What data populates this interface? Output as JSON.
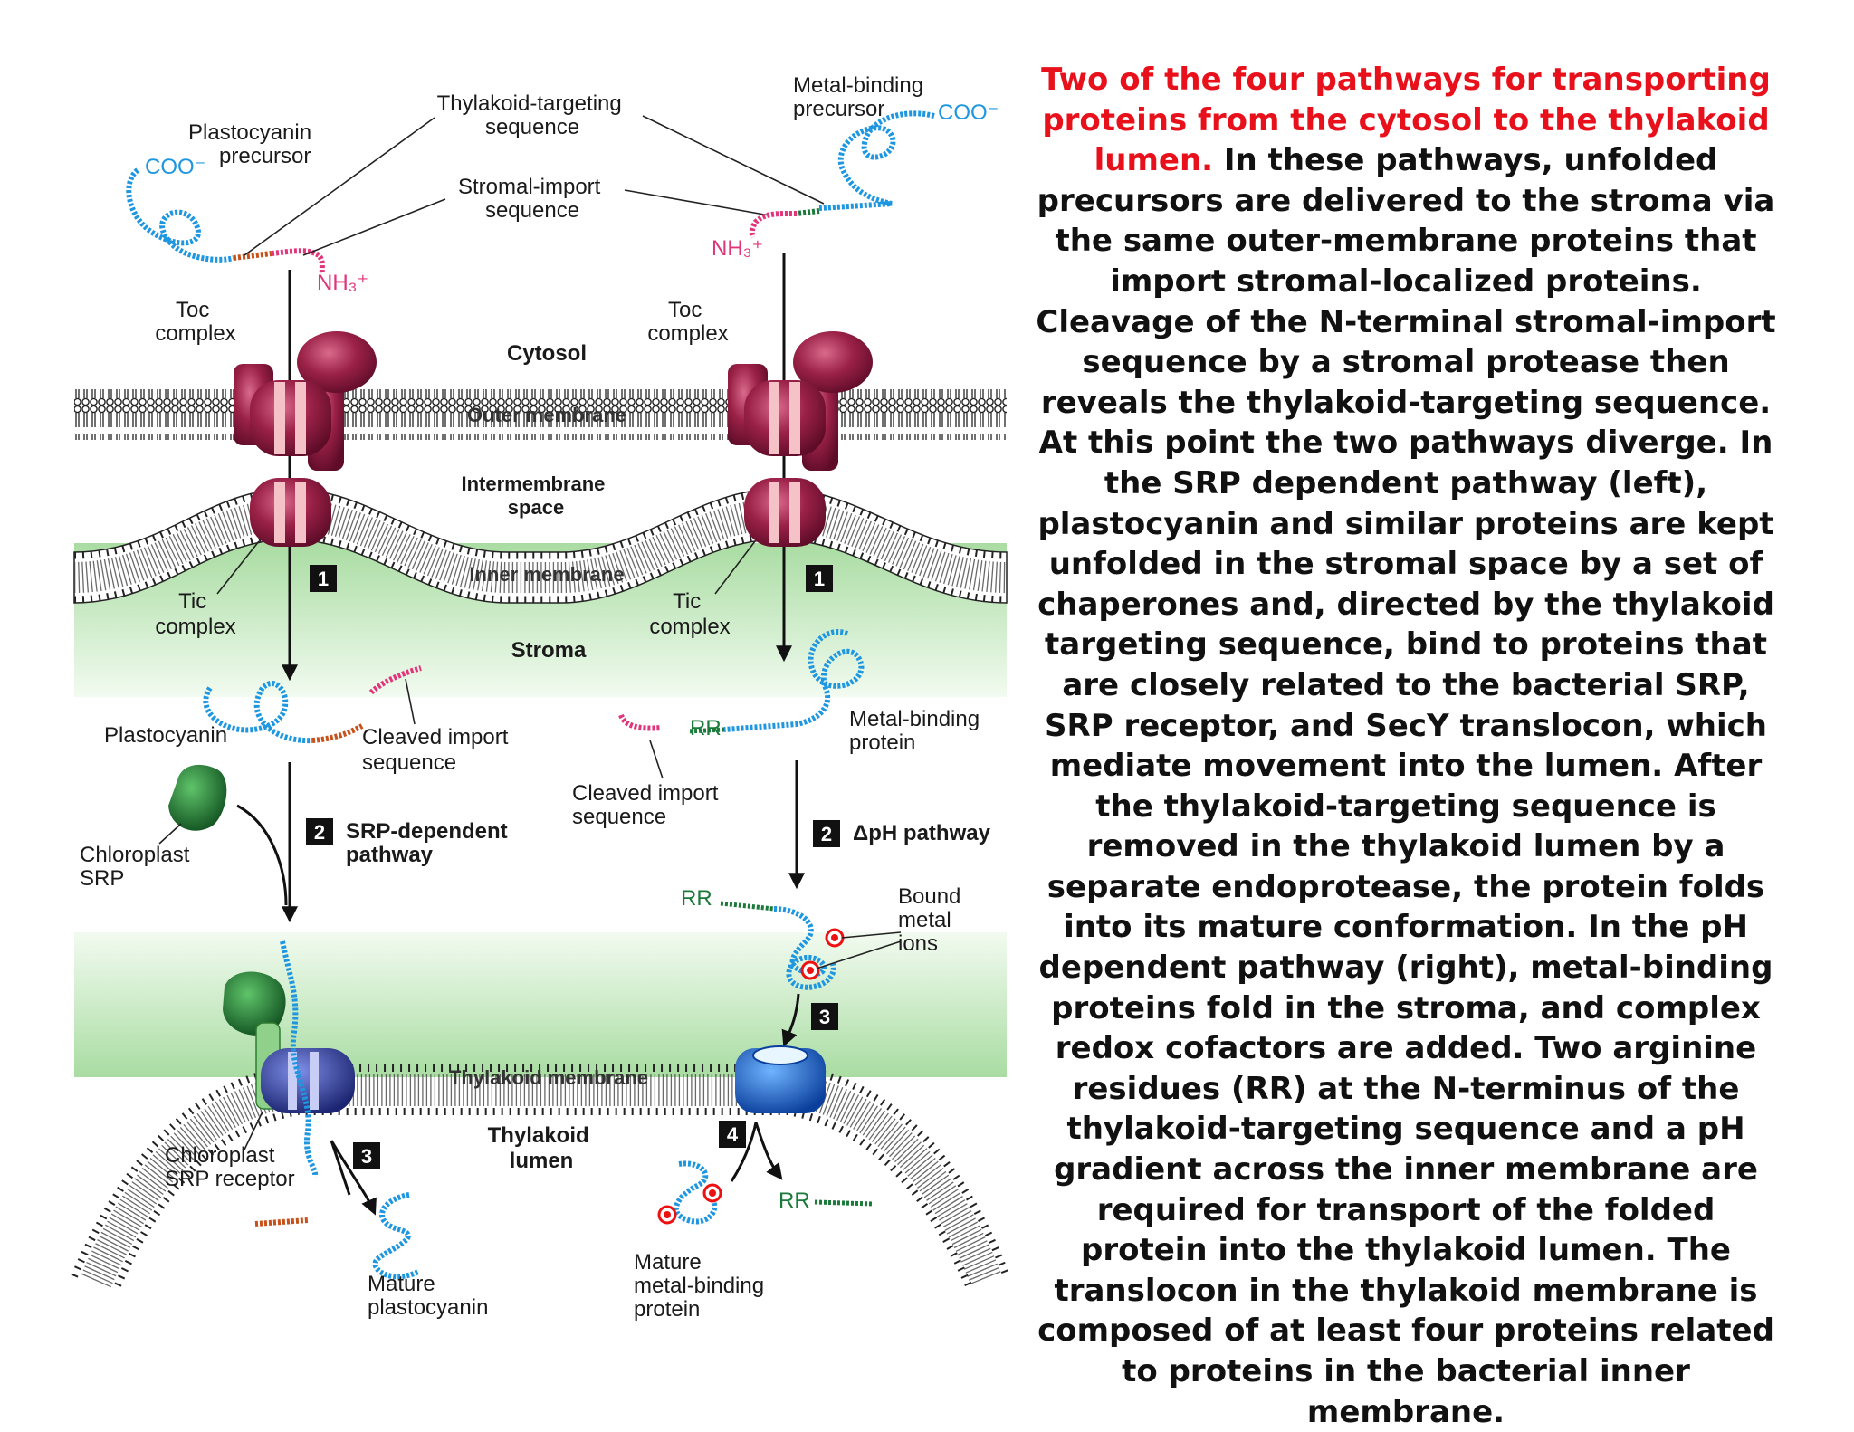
{
  "labels": {
    "thylakoid_targeting_sequence": [
      "Thylakoid-targeting",
      "sequence"
    ],
    "stromal_import_sequence": [
      "Stromal-import",
      "sequence"
    ],
    "plastocyanin_precursor": [
      "Plastocyanin",
      "precursor"
    ],
    "metal_binding_precursor": [
      "Metal-binding",
      "precursor"
    ],
    "coo_left": "COO⁻",
    "coo_right": "COO⁻",
    "nh3_left": "NH₃⁺",
    "nh3_right": "NH₃⁺",
    "toc_left": [
      "Toc",
      "complex"
    ],
    "toc_right": [
      "Toc",
      "complex"
    ],
    "cytosol": "Cytosol",
    "outer_membrane": "Outer membrane",
    "intermembrane_space": [
      "Intermembrane",
      "space"
    ],
    "inner_membrane": "Inner membrane",
    "tic_left": [
      "Tic",
      "complex"
    ],
    "tic_right": [
      "Tic",
      "complex"
    ],
    "stroma": "Stroma",
    "plastocyanin": "Plastocyanin",
    "cleaved_import_left": [
      "Cleaved import",
      "sequence"
    ],
    "cleaved_import_right": [
      "Cleaved import",
      "sequence"
    ],
    "rr": "RR",
    "metal_binding_protein": [
      "Metal-binding",
      "protein"
    ],
    "chloroplast_srp": [
      "Chloroplast",
      "SRP"
    ],
    "srp_pathway": [
      "SRP-dependent",
      "pathway"
    ],
    "ph_pathway": "ΔpH pathway",
    "bound_metal_ions": [
      "Bound",
      "metal",
      "ions"
    ],
    "thylakoid_membrane": "Thylakoid membrane",
    "thylakoid_lumen": [
      "Thylakoid",
      "lumen"
    ],
    "chloroplast_srp_receptor": [
      "Chloroplast",
      "SRP receptor"
    ],
    "mature_plastocyanin": [
      "Mature",
      "plastocyanin"
    ],
    "mature_metal_binding_protein": [
      "Mature",
      "metal-binding",
      "protein"
    ]
  },
  "steps": [
    "1",
    "2",
    "3",
    "4"
  ],
  "caption": {
    "title": "Two of the four pathways for transporting proteins from the cytosol to the thylakoid lumen.",
    "body": " In these pathways, unfolded precursors are delivered to the stroma via the same outer-membrane proteins that import stromal-localized proteins. Cleavage of the N-terminal stromal-import sequence by a stromal protease then reveals the thylakoid-targeting sequence. At this point the two pathways diverge. In the SRP dependent pathway (left), plastocyanin and similar proteins are kept unfolded in the stromal space by a set of chaperones and, directed by the thylakoid targeting sequence, bind to proteins that are closely related to the bacterial SRP, SRP receptor, and SecY translocon, which mediate movement into the lumen. After the thylakoid-targeting sequence is removed in the thylakoid lumen by a separate endoprotease, the protein folds into its mature conformation. In the pH dependent pathway (right), metal-binding proteins fold in the stroma, and complex redox cofactors are added. Two arginine residues (RR) at the N-terminus of the thylakoid-targeting sequence and a pH gradient across the inner membrane are required for transport of the folded protein into the thylakoid lumen. The translocon in the thylakoid membrane is composed of at least four proteins related to proteins in the bacterial inner membrane."
  },
  "colors": {
    "caption_highlight": "#e8101a",
    "protein_blue": "#1f97e0",
    "import_seq_pink": "#e0357a",
    "thylakoid_seq_orange": "#c8501a",
    "rr_seq_green": "#1b7a3a",
    "toc_tic_maroon": "#8e1b3f",
    "srp_green": "#1f7a35",
    "srp_receptor_navy": "#2d3f9e",
    "ph_translocon_blue": "#1a6fd0",
    "stroma_green": "#c8ecc3"
  }
}
